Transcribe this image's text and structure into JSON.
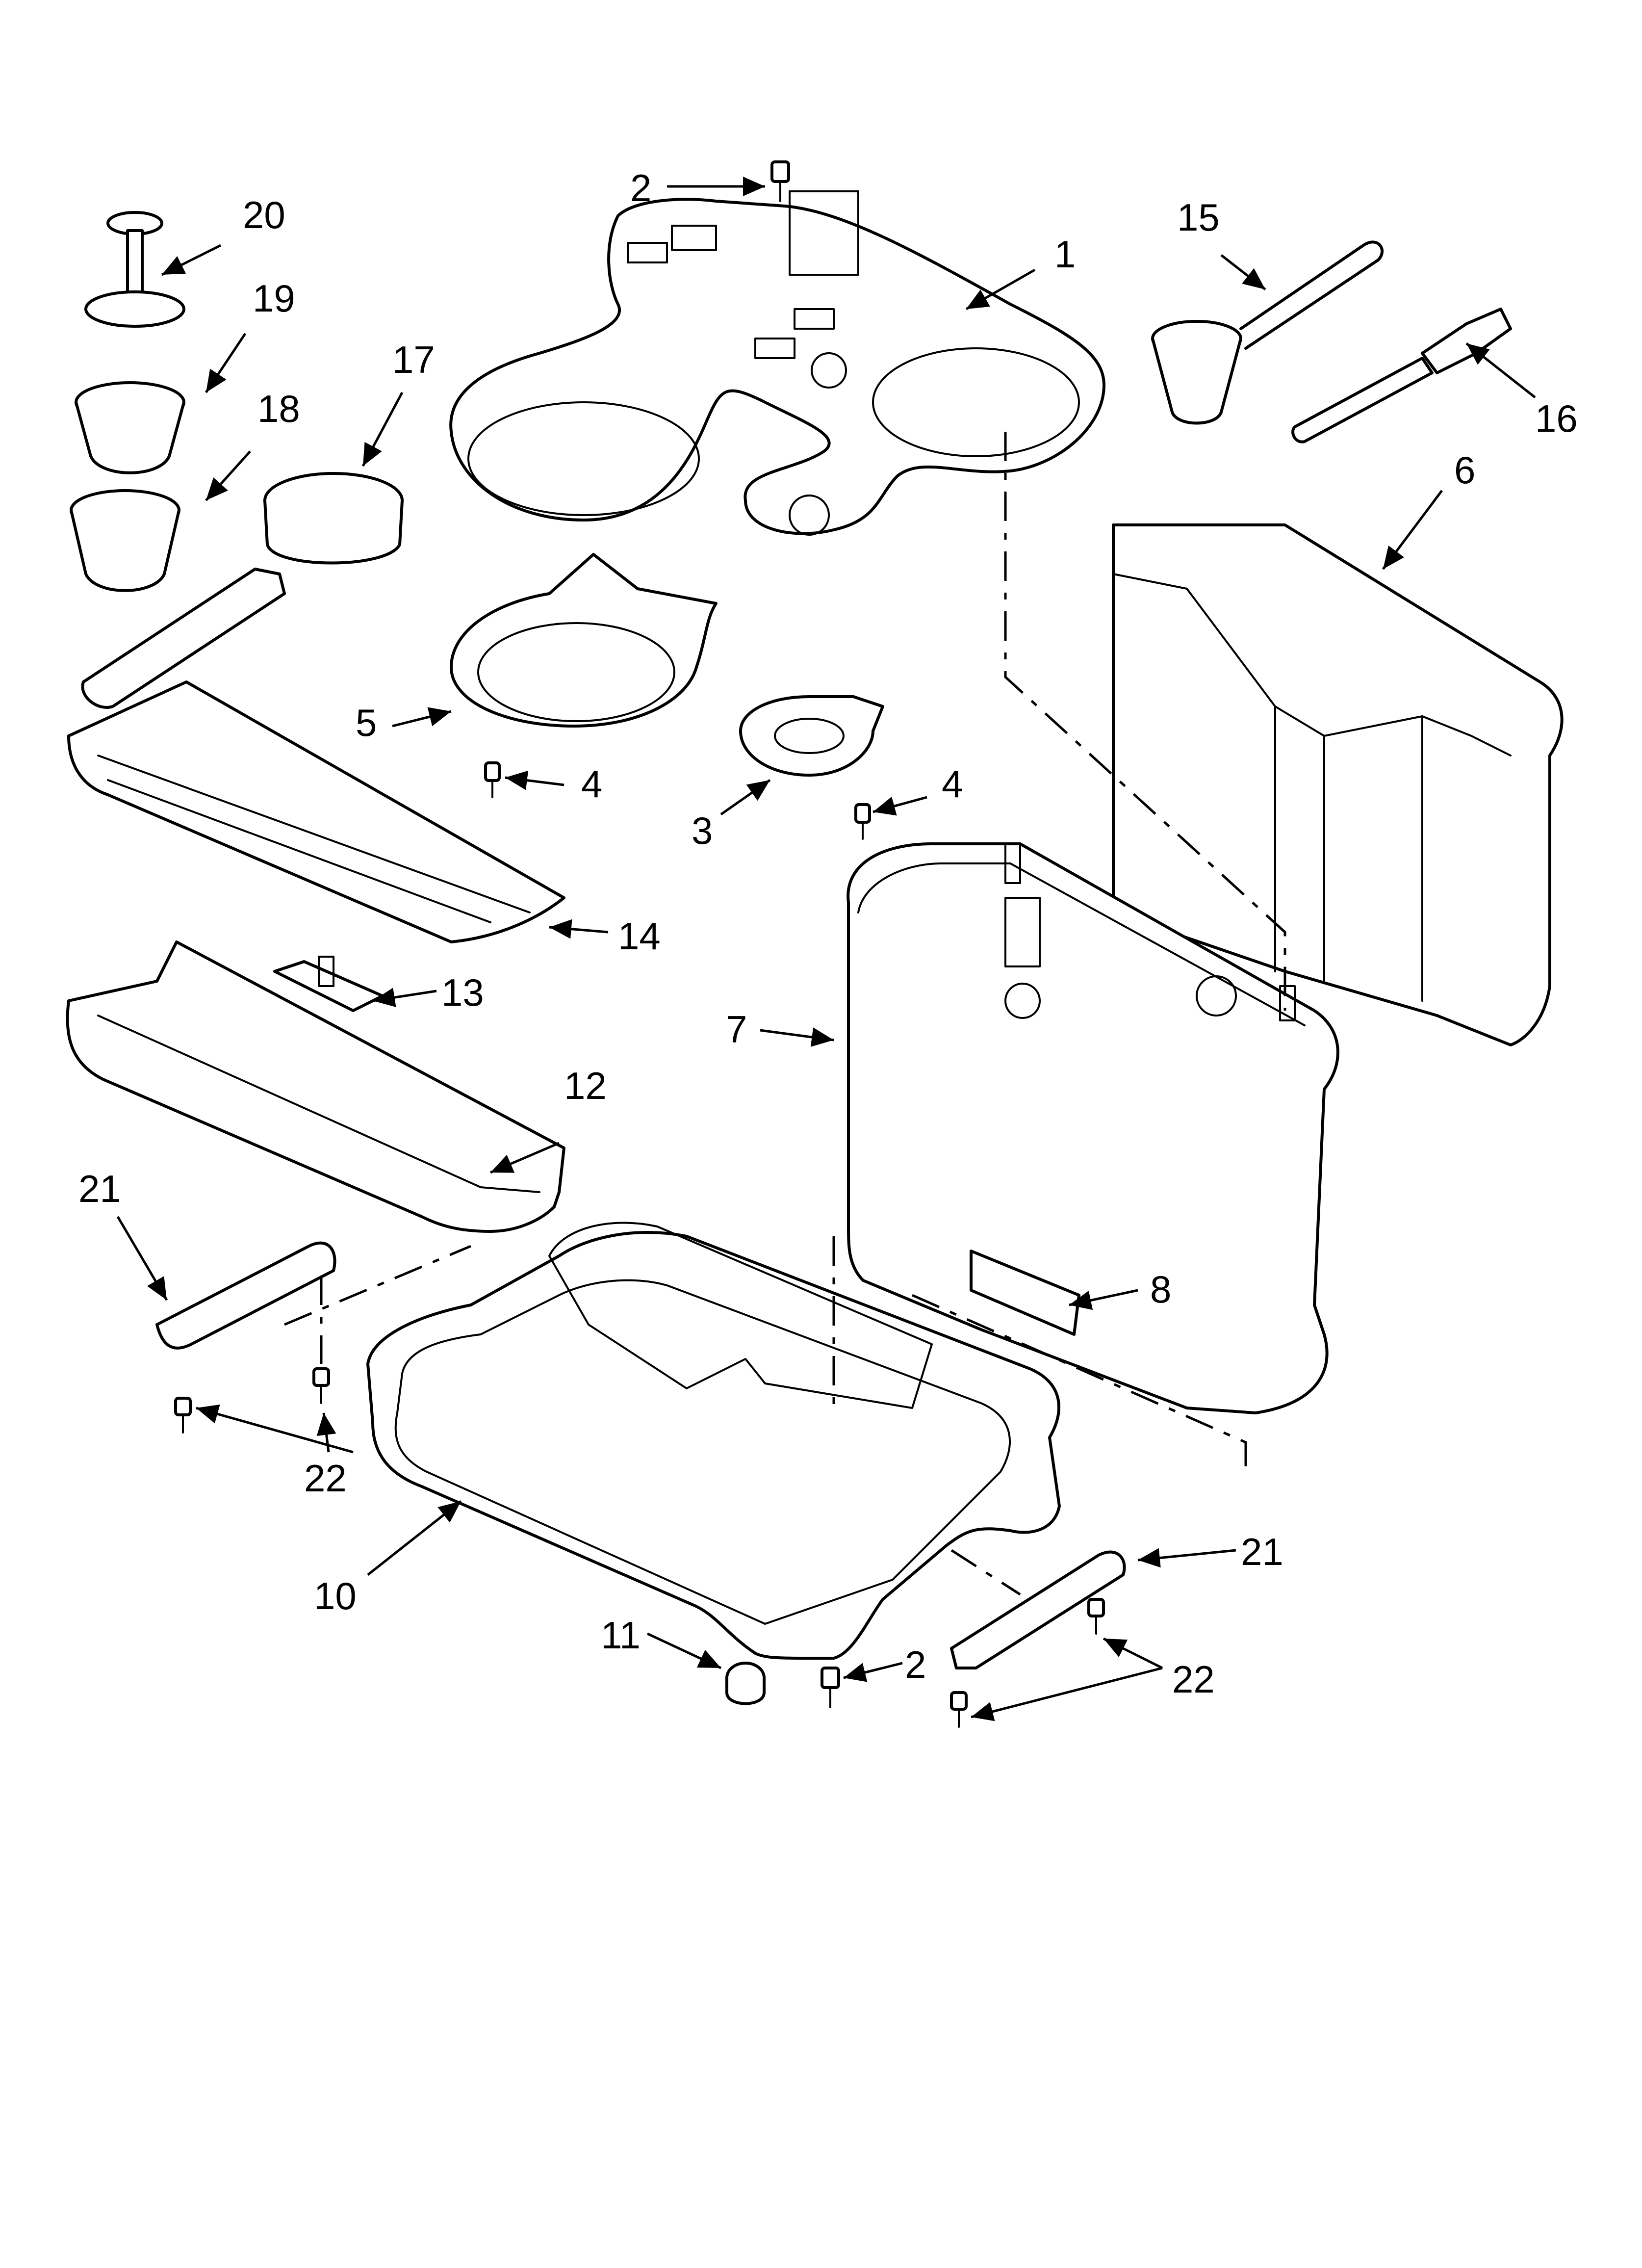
{
  "callouts": [
    {
      "id": "c1",
      "text": "1"
    },
    {
      "id": "c2a",
      "text": "2"
    },
    {
      "id": "c2b",
      "text": "2"
    },
    {
      "id": "c3",
      "text": "3"
    },
    {
      "id": "c4a",
      "text": "4"
    },
    {
      "id": "c4b",
      "text": "4"
    },
    {
      "id": "c5",
      "text": "5"
    },
    {
      "id": "c6",
      "text": "6"
    },
    {
      "id": "c7",
      "text": "7"
    },
    {
      "id": "c8",
      "text": "8"
    },
    {
      "id": "c10",
      "text": "10"
    },
    {
      "id": "c11",
      "text": "11"
    },
    {
      "id": "c12",
      "text": "12"
    },
    {
      "id": "c13",
      "text": "13"
    },
    {
      "id": "c14",
      "text": "14"
    },
    {
      "id": "c15",
      "text": "15"
    },
    {
      "id": "c16",
      "text": "16"
    },
    {
      "id": "c17",
      "text": "17"
    },
    {
      "id": "c18",
      "text": "18"
    },
    {
      "id": "c19",
      "text": "19"
    },
    {
      "id": "c20",
      "text": "20"
    },
    {
      "id": "c21a",
      "text": "21"
    },
    {
      "id": "c21b",
      "text": "21"
    },
    {
      "id": "c22a",
      "text": "22"
    },
    {
      "id": "c22b",
      "text": "22"
    }
  ]
}
